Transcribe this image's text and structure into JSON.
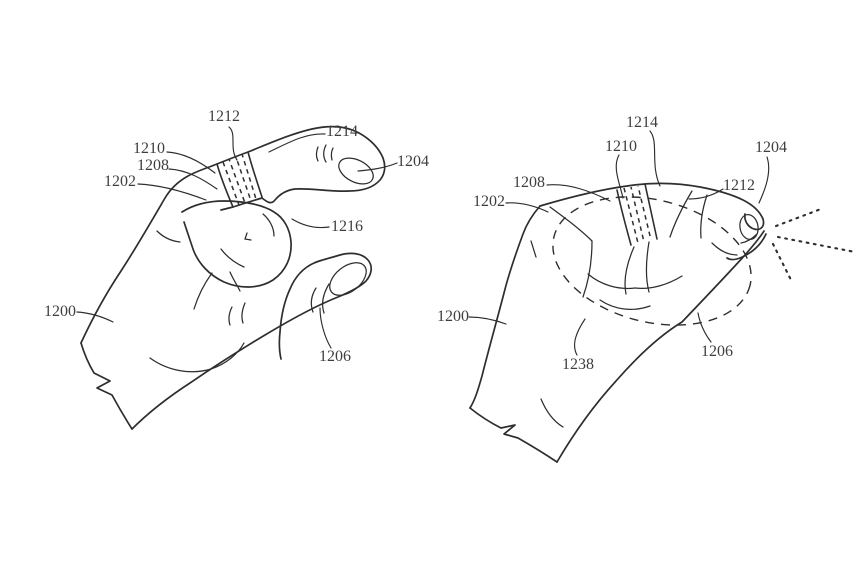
{
  "page": {
    "background": "#ffffff"
  },
  "drawing": {
    "stroke_color": "#2e2e2e",
    "label_color": "#3e3e3e",
    "left_figure": {
      "labels": {
        "n1200": "1200",
        "n1202": "1202",
        "n1204": "1204",
        "n1206": "1206",
        "n1208": "1208",
        "n1210": "1210",
        "n1212": "1212",
        "n1214": "1214",
        "n1216": "1216"
      }
    },
    "right_figure": {
      "labels": {
        "n1200": "1200",
        "n1202": "1202",
        "n1204": "1204",
        "n1206": "1206",
        "n1208": "1208",
        "n1210": "1210",
        "n1212": "1212",
        "n1214": "1214",
        "n1238": "1238"
      }
    }
  }
}
